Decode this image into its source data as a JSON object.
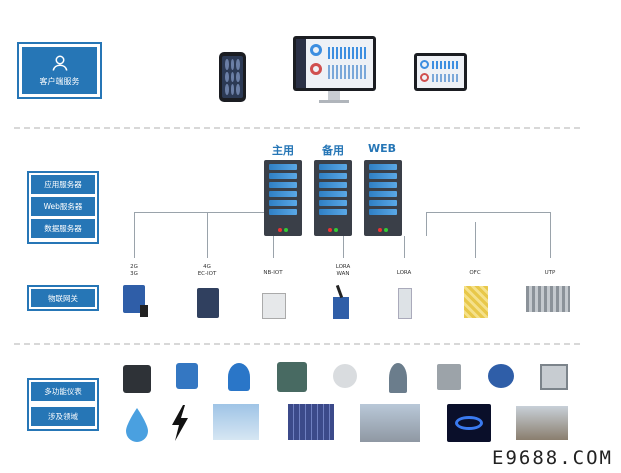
{
  "top": {
    "client_service": "客户端服务"
  },
  "servers": {
    "main": "主用",
    "backup": "备用",
    "web": "WEB"
  },
  "left_menu": {
    "app_server": "应用服务器",
    "web_server": "Web服务器",
    "db_server": "数据服务器",
    "gateway": "物联网关",
    "meters": "多功能仪表",
    "fields": "涉及领域"
  },
  "gateways": [
    {
      "label": "2G\n3G"
    },
    {
      "label": "4G\nEC-IOT"
    },
    {
      "label": "NB-IOT"
    },
    {
      "label": "LORA\nWAN"
    },
    {
      "label": "LORA"
    },
    {
      "label": "OFC"
    },
    {
      "label": "UTP"
    }
  ],
  "watermark": "E9688.COM",
  "colors": {
    "accent": "#2676b6",
    "server": "#3a3f48",
    "slot": "#2f7fc4"
  }
}
